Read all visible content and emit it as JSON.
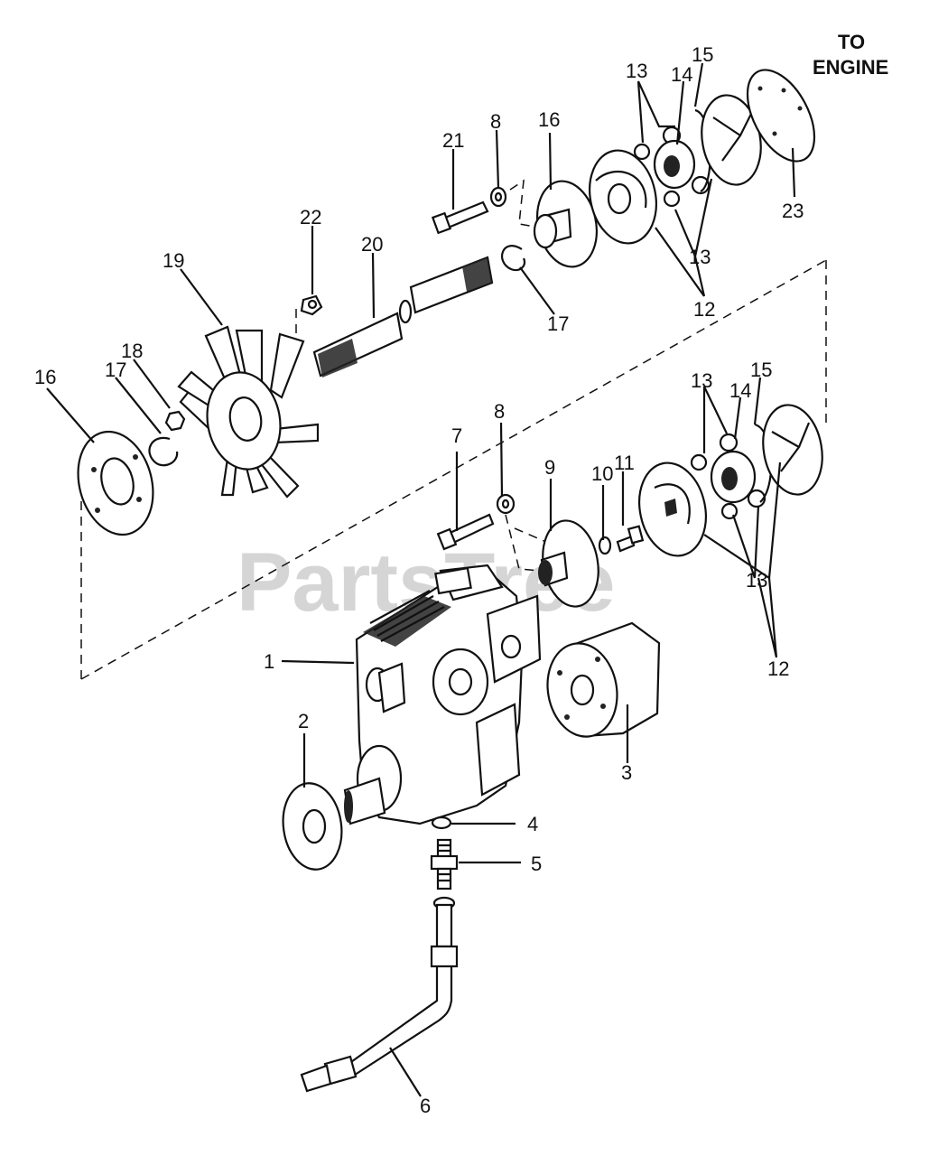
{
  "heading": [
    "TO",
    "ENGINE"
  ],
  "watermark": "PartsTree",
  "callouts": [
    "1",
    "2",
    "3",
    "4",
    "5",
    "6",
    "7",
    "8",
    "9",
    "10",
    "11",
    "12",
    "13",
    "14",
    "15",
    "16",
    "17",
    "18",
    "19",
    "20",
    "21",
    "22",
    "23"
  ],
  "repeat_callouts": {
    "upper": [
      "8",
      "12",
      "13",
      "13",
      "14",
      "15",
      "16"
    ],
    "lower": [
      "12",
      "13",
      "13",
      "16",
      "17"
    ]
  }
}
